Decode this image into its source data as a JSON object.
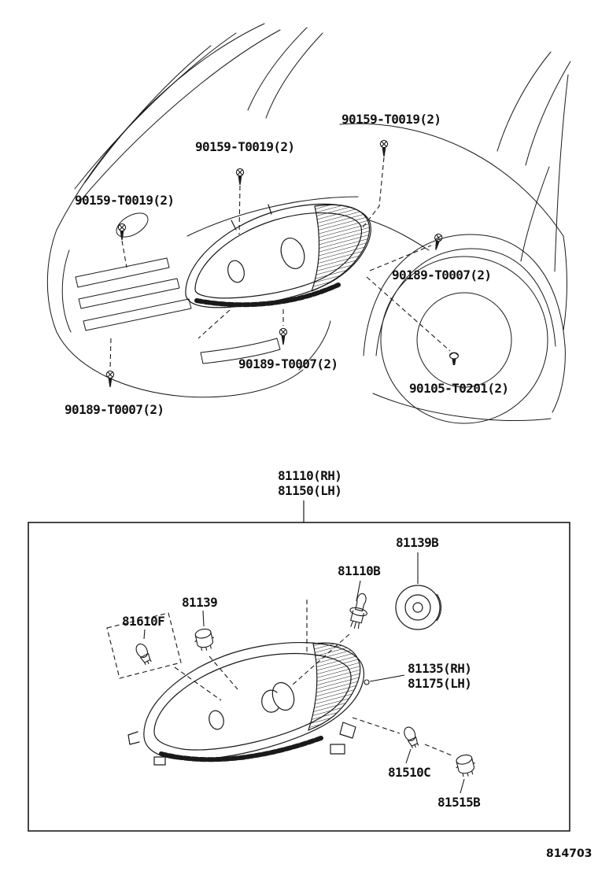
{
  "labels": {
    "c90159_a": "90159-T0019(2)",
    "c90159_b": "90159-T0019(2)",
    "c90159_c": "90159-T0019(2)",
    "c90189_a": "90189-T0007(2)",
    "c90189_b": "90189-T0007(2)",
    "c90189_c": "90189-T0007(2)",
    "c90105": "90105-T0201(2)",
    "assembly_rh": "81110(RH)",
    "assembly_lh": "81150(LH)",
    "p81139B": "81139B",
    "p81110B": "81110B",
    "p81139": "81139",
    "p81610F": "81610F",
    "p81135_rh": "81135(RH)",
    "p81175_lh": "81175(LH)",
    "p81510C": "81510C",
    "p81515B": "81515B"
  },
  "icons": {
    "fastener_screw": "screw-icon",
    "fastener_clip": "clip-icon",
    "wedge_bulb": "bulb-icon",
    "bulb_socket": "socket-icon",
    "halogen_bulb": "halogen-bulb-icon",
    "sealing_cap": "cap-icon"
  },
  "footer": {
    "figure_code": "814703"
  },
  "colors": {
    "ink": "#1a1a1a",
    "background": "#ffffff"
  }
}
